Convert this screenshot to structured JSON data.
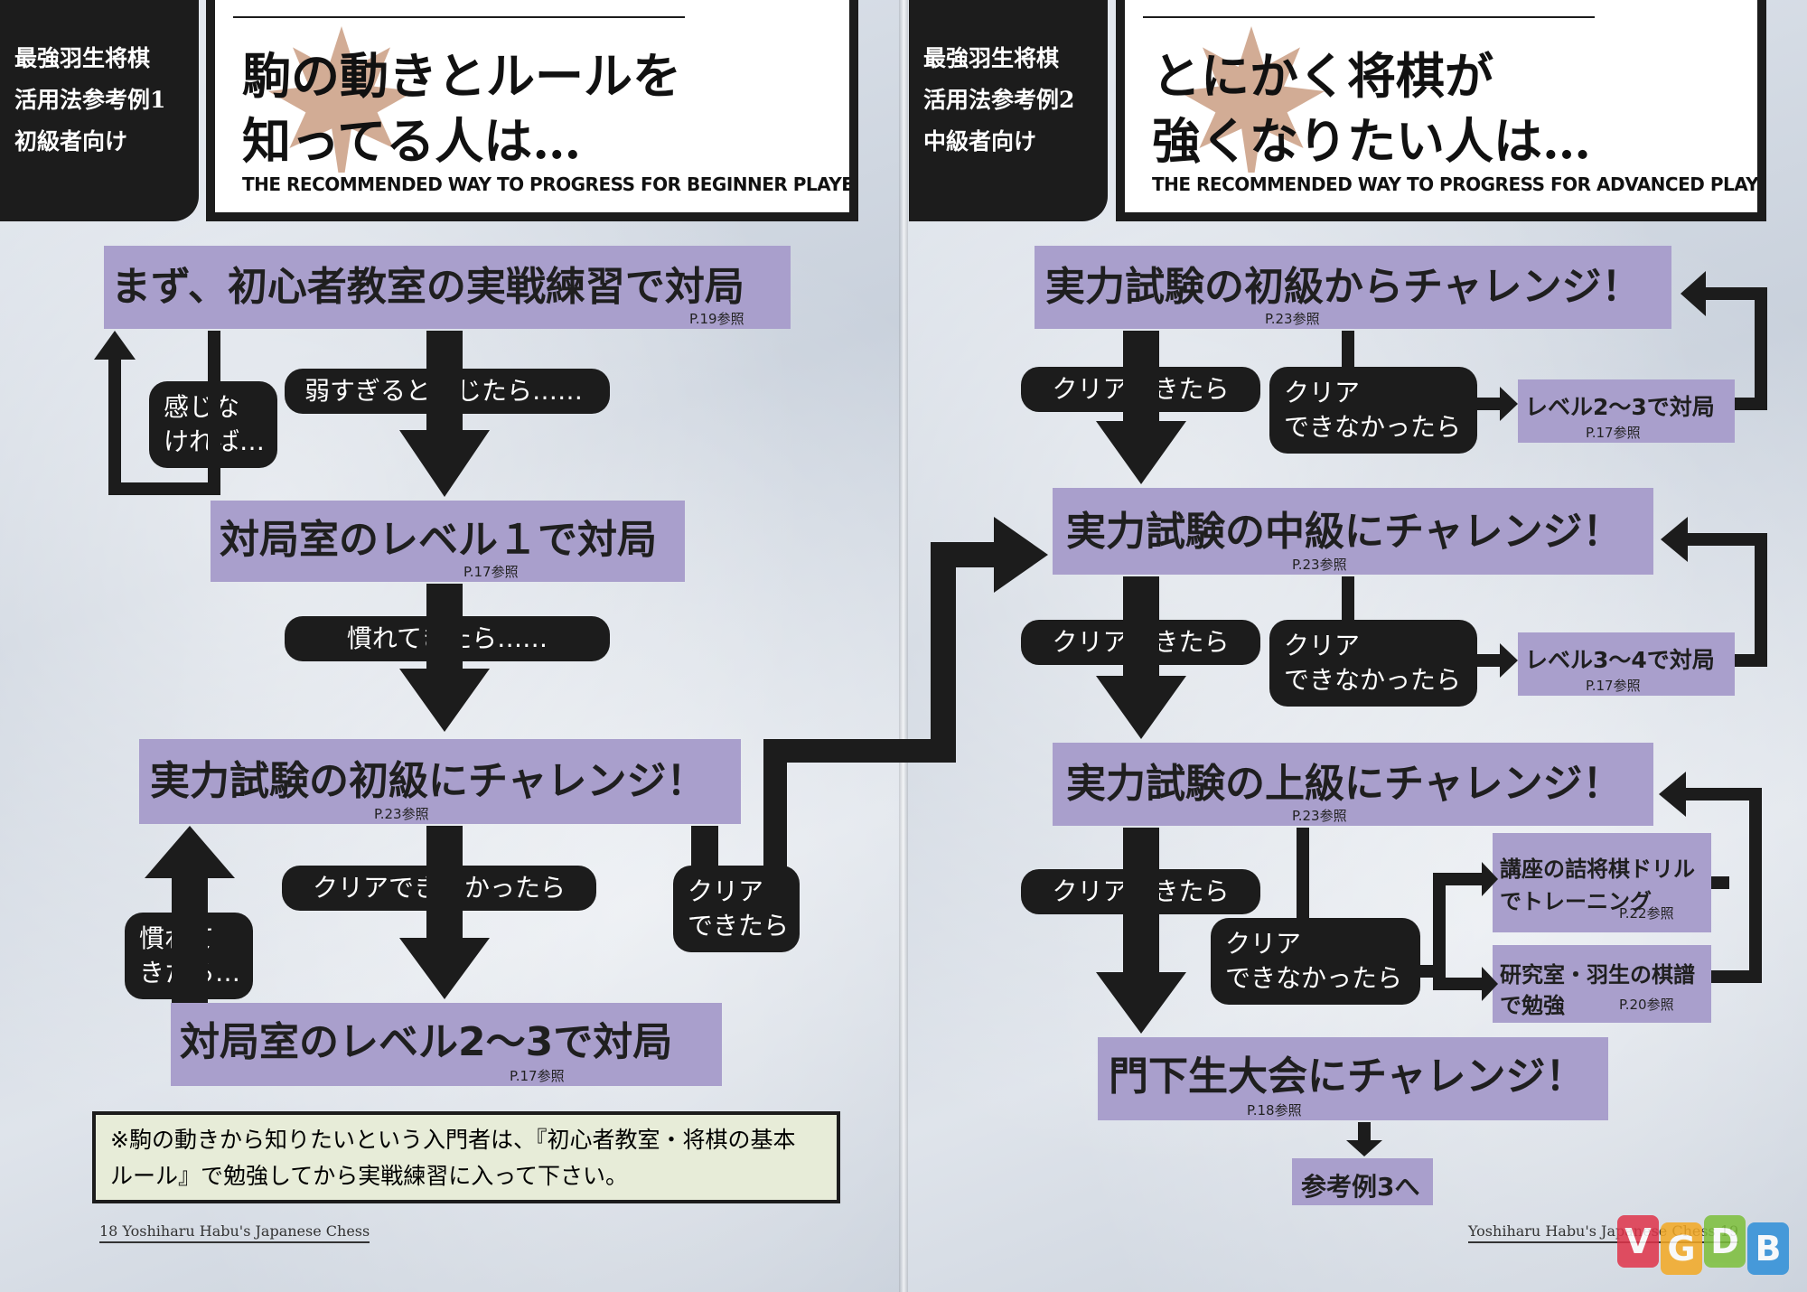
{
  "left": {
    "tab_lines": [
      "最強羽生将棋",
      "活用法参考例1",
      "初級者向け"
    ],
    "title_line1": "駒の動きとルールを",
    "title_line2": "知ってる人は…",
    "subtitle": "THE RECOMMENDED WAY TO PROGRESS FOR BEGINNER PLAYER",
    "box1": {
      "text": "まず、初心者教室の実戦練習で対局",
      "ref": "P.19参照"
    },
    "box2": {
      "text": "対局室のレベル１で対局",
      "ref": "P.17参照"
    },
    "box3": {
      "text": "実力試験の初級にチャレンジ！",
      "ref": "P.23参照"
    },
    "box4": {
      "text": "対局室のレベル2〜3で対局",
      "ref": "P.17参照"
    },
    "pill_weak": "弱すぎると感じたら……",
    "pill_notfeel_1": "感じな",
    "pill_notfeel_2": "ければ…",
    "pill_used": "慣れてきたら……",
    "pill_fail": "クリアできなかったら",
    "pill_used2_1": "慣れて",
    "pill_used2_2": "きたら…",
    "pill_clear_1": "クリア",
    "pill_clear_2": "できたら",
    "note_line1": "※駒の動きから知りたいという入門者は、『初心者教室・将棋の基本",
    "note_line2": "ルール』で勉強してから実戦練習に入って下さい。",
    "footer": "18  Yoshiharu Habu's Japanese Chess"
  },
  "right": {
    "tab_lines": [
      "最強羽生将棋",
      "活用法参考例2",
      "中級者向け"
    ],
    "title_line1": "とにかく将棋が",
    "title_line2": "強くなりたい人は…",
    "subtitle": "THE RECOMMENDED WAY TO PROGRESS FOR ADVANCED PLAYER",
    "box1": {
      "text": "実力試験の初級からチャレンジ！",
      "ref": "P.23参照"
    },
    "box2": {
      "text": "実力試験の中級にチャレンジ！",
      "ref": "P.23参照"
    },
    "box3": {
      "text": "実力試験の上級にチャレンジ！",
      "ref": "P.23参照"
    },
    "box4": {
      "text": "門下生大会にチャレンジ！",
      "ref": "P.18参照"
    },
    "box5": {
      "text": "参考例3へ"
    },
    "side1": {
      "text": "レベル2〜3で対局",
      "ref": "P.17参照"
    },
    "side2": {
      "text": "レベル3〜4で対局",
      "ref": "P.17参照"
    },
    "side3": {
      "line1": "講座の詰将棋ドリル",
      "line2": "でトレーニング",
      "ref": "P.22参照"
    },
    "side4": {
      "line1": "研究室・羽生の棋譜",
      "line2": "で勉強",
      "ref": "P.20参照"
    },
    "pill_clear": "クリアできたら",
    "pill_fail_1": "クリア",
    "pill_fail_2": "できなかったら",
    "footer": "Yoshiharu Habu's Japanese Chess  19"
  },
  "watermark": {
    "letters": [
      "V",
      "G",
      "D",
      "B"
    ],
    "colors": [
      "#e0344a",
      "#f4a923",
      "#7cbf3a",
      "#2e8fd8"
    ]
  }
}
